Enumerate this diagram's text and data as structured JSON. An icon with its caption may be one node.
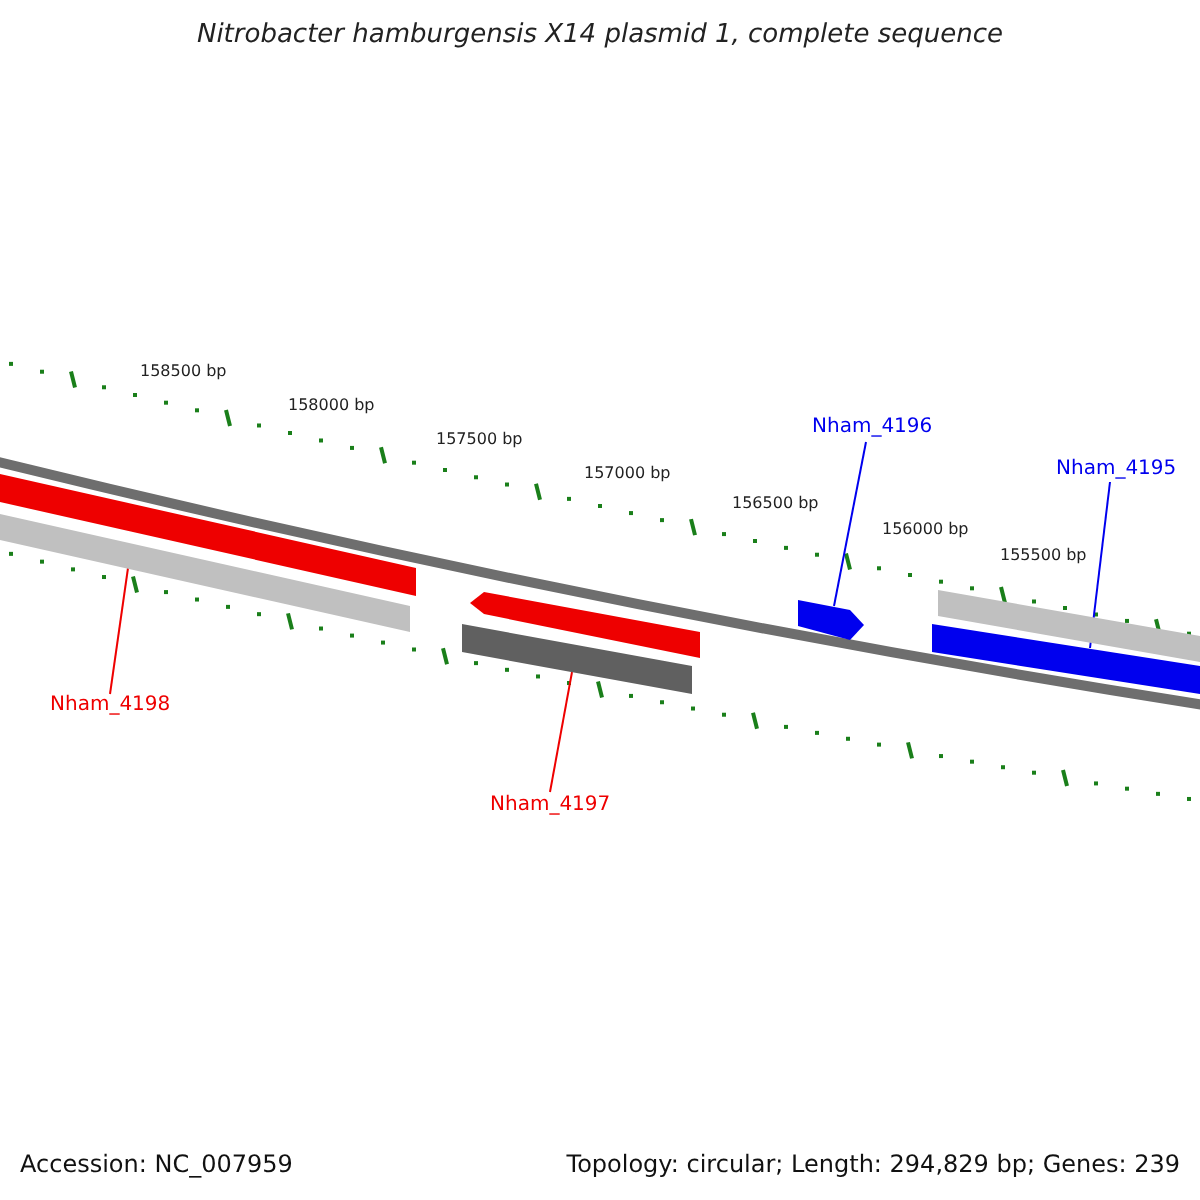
{
  "diagram": {
    "title": "Nitrobacter hamburgensis X14 plasmid 1, complete sequence",
    "nodes": [
      {
        "text": [
          "Nham_4196"
        ]
      },
      {
        "text": [
          "Nham_4195"
        ]
      },
      {
        "text": [
          "Nham_4198"
        ]
      },
      {
        "text": [
          "Nham_4197"
        ]
      },
      {
        "text": [],
        "shape": "bar"
      },
      {
        "text": [],
        "shape": "bar"
      },
      {
        "text": [],
        "shape": "arrow"
      },
      {
        "text": [],
        "shape": "bar"
      },
      {
        "text": [],
        "shape": "arrow"
      },
      {
        "text": [],
        "shape": "bar"
      },
      {
        "text": [],
        "shape": "bar"
      }
    ],
    "edges": [
      {
        "from": 0,
        "to": 8,
        "arrow": "none",
        "color": "#0000ee"
      },
      {
        "from": 1,
        "to": 10,
        "arrow": "none",
        "color": "#0000ee"
      },
      {
        "from": 2,
        "to": 5,
        "arrow": "none",
        "color": "#ee0000"
      },
      {
        "from": 3,
        "to": 7,
        "arrow": "none",
        "color": "#ee0000"
      }
    ],
    "labels": [
      "158500 bp",
      "158000 bp",
      "157500 bp",
      "157000 bp",
      "156500 bp",
      "156000 bp",
      "155500 bp",
      "Accession: NC_007959",
      "Topology: circular; Length: 294,829 bp; Genes: 239"
    ]
  }
}
